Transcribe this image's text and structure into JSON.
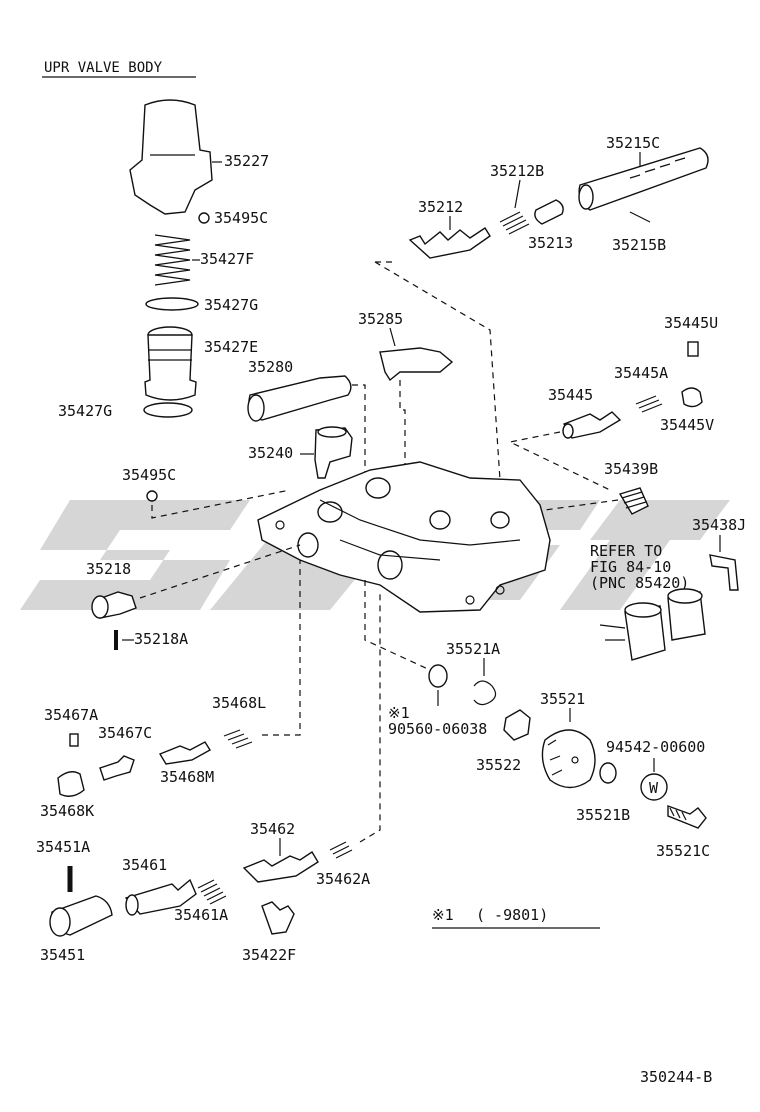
{
  "title": "UPR VALVE BODY",
  "figure_code": "350244-B",
  "footnote": {
    "mark": "※1",
    "range": "(     -9801)"
  },
  "refer_note": {
    "line1": "REFER TO",
    "line2": "FIG 84-10",
    "line3": "(PNC 85420)"
  },
  "footnote_mark_label": "※1",
  "part_numbers": {
    "p35227": "35227",
    "p35495C_top": "35495C",
    "p35427F": "35427F",
    "p35427G_top": "35427G",
    "p35427E": "35427E",
    "p35427G_bot": "35427G",
    "p35212": "35212",
    "p35212B": "35212B",
    "p35213": "35213",
    "p35215C": "35215C",
    "p35215B": "35215B",
    "p35285": "35285",
    "p35280": "35280",
    "p35240": "35240",
    "p35445U": "35445U",
    "p35445A": "35445A",
    "p35445": "35445",
    "p35445V": "35445V",
    "p35495C_mid": "35495C",
    "p35439B": "35439B",
    "p35438J": "35438J",
    "p35218": "35218",
    "p35218A": "35218A",
    "p35521A": "35521A",
    "p90560": "90560-06038",
    "p35521": "35521",
    "p35522": "35522",
    "p94542": "94542-00600",
    "p35521B": "35521B",
    "p35521C": "35521C",
    "p35467A": "35467A",
    "p35467C": "35467C",
    "p35468L": "35468L",
    "p35468M": "35468M",
    "p35468K": "35468K",
    "p35451A": "35451A",
    "p35461": "35461",
    "p35462": "35462",
    "p35462A": "35462A",
    "p35461A": "35461A",
    "p35451": "35451",
    "p35422F": "35422F"
  },
  "washer_symbol": "W"
}
